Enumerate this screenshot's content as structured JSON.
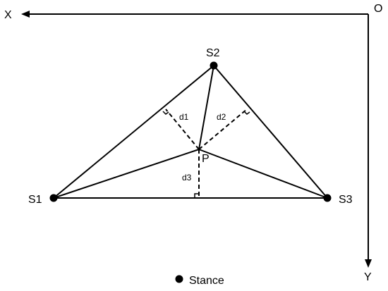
{
  "axes": {
    "origin_label": "O",
    "x_label": "X",
    "y_label": "Y"
  },
  "points": {
    "s1": "S1",
    "s2": "S2",
    "s3": "S3",
    "p": "P"
  },
  "distances": {
    "d1": "d1",
    "d2": "d2",
    "d3": "d3"
  },
  "legend": {
    "label": "Stance"
  }
}
